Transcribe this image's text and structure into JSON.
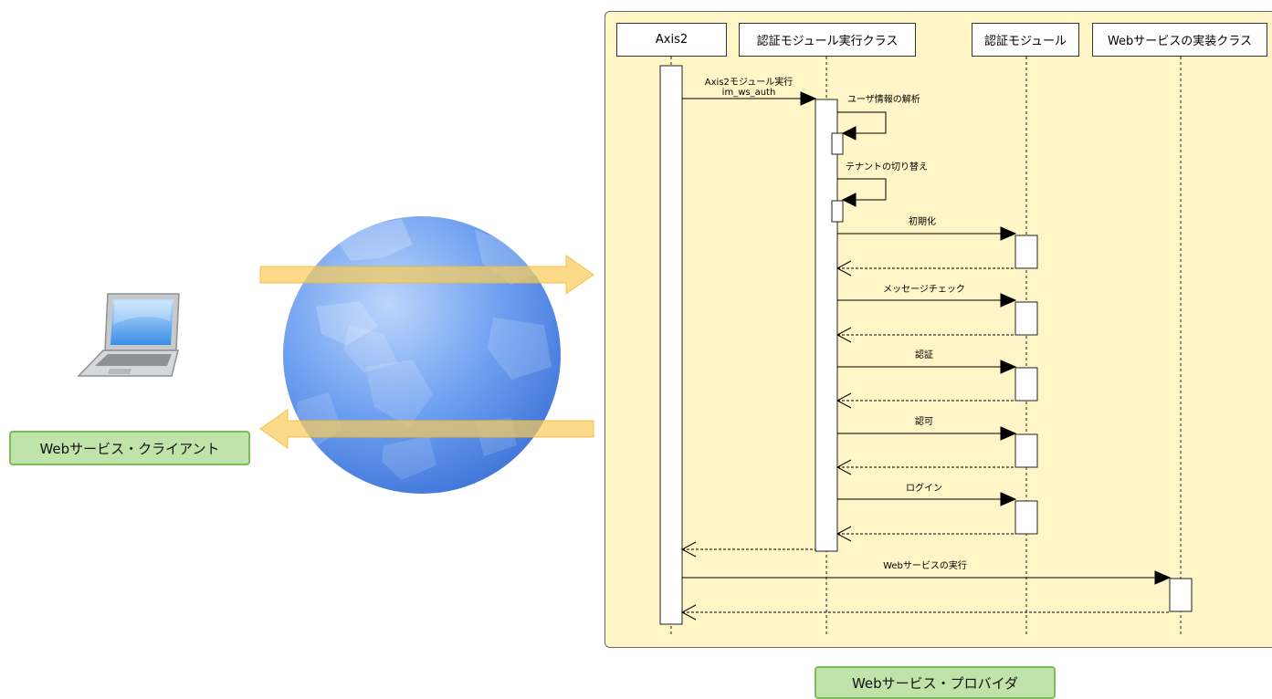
{
  "client": {
    "label": "Webサービス・クライアント",
    "icon": "laptop-icon"
  },
  "network": {
    "icon": "globe-icon",
    "arrow_color": "#f9cc59"
  },
  "provider": {
    "label": "Webサービス・プロバイダ",
    "frame_color": "#fff5c6",
    "lifelines": [
      {
        "name": "Axis2"
      },
      {
        "name": "認証モジュール実行クラス"
      },
      {
        "name": "認証モジュール"
      },
      {
        "name": "Webサービスの実装クラス"
      }
    ],
    "messages": [
      {
        "from": 0,
        "to": 1,
        "label": "Axis2モジュール実行",
        "label2": "im_ws_auth",
        "type": "call"
      },
      {
        "from": 1,
        "to": 1,
        "label": "ユーザ情報の解析",
        "type": "self"
      },
      {
        "from": 1,
        "to": 1,
        "label": "テナントの切り替え",
        "type": "self"
      },
      {
        "from": 1,
        "to": 2,
        "label": "初期化",
        "type": "call"
      },
      {
        "from": 2,
        "to": 1,
        "label": "",
        "type": "return"
      },
      {
        "from": 1,
        "to": 2,
        "label": "メッセージチェック",
        "type": "call"
      },
      {
        "from": 2,
        "to": 1,
        "label": "",
        "type": "return"
      },
      {
        "from": 1,
        "to": 2,
        "label": "認証",
        "type": "call"
      },
      {
        "from": 2,
        "to": 1,
        "label": "",
        "type": "return"
      },
      {
        "from": 1,
        "to": 2,
        "label": "認可",
        "type": "call"
      },
      {
        "from": 2,
        "to": 1,
        "label": "",
        "type": "return"
      },
      {
        "from": 1,
        "to": 2,
        "label": "ログイン",
        "type": "call"
      },
      {
        "from": 2,
        "to": 1,
        "label": "",
        "type": "return"
      },
      {
        "from": 1,
        "to": 0,
        "label": "",
        "type": "return"
      },
      {
        "from": 0,
        "to": 3,
        "label": "Webサービスの実行",
        "type": "call"
      },
      {
        "from": 3,
        "to": 0,
        "label": "",
        "type": "return"
      }
    ]
  }
}
